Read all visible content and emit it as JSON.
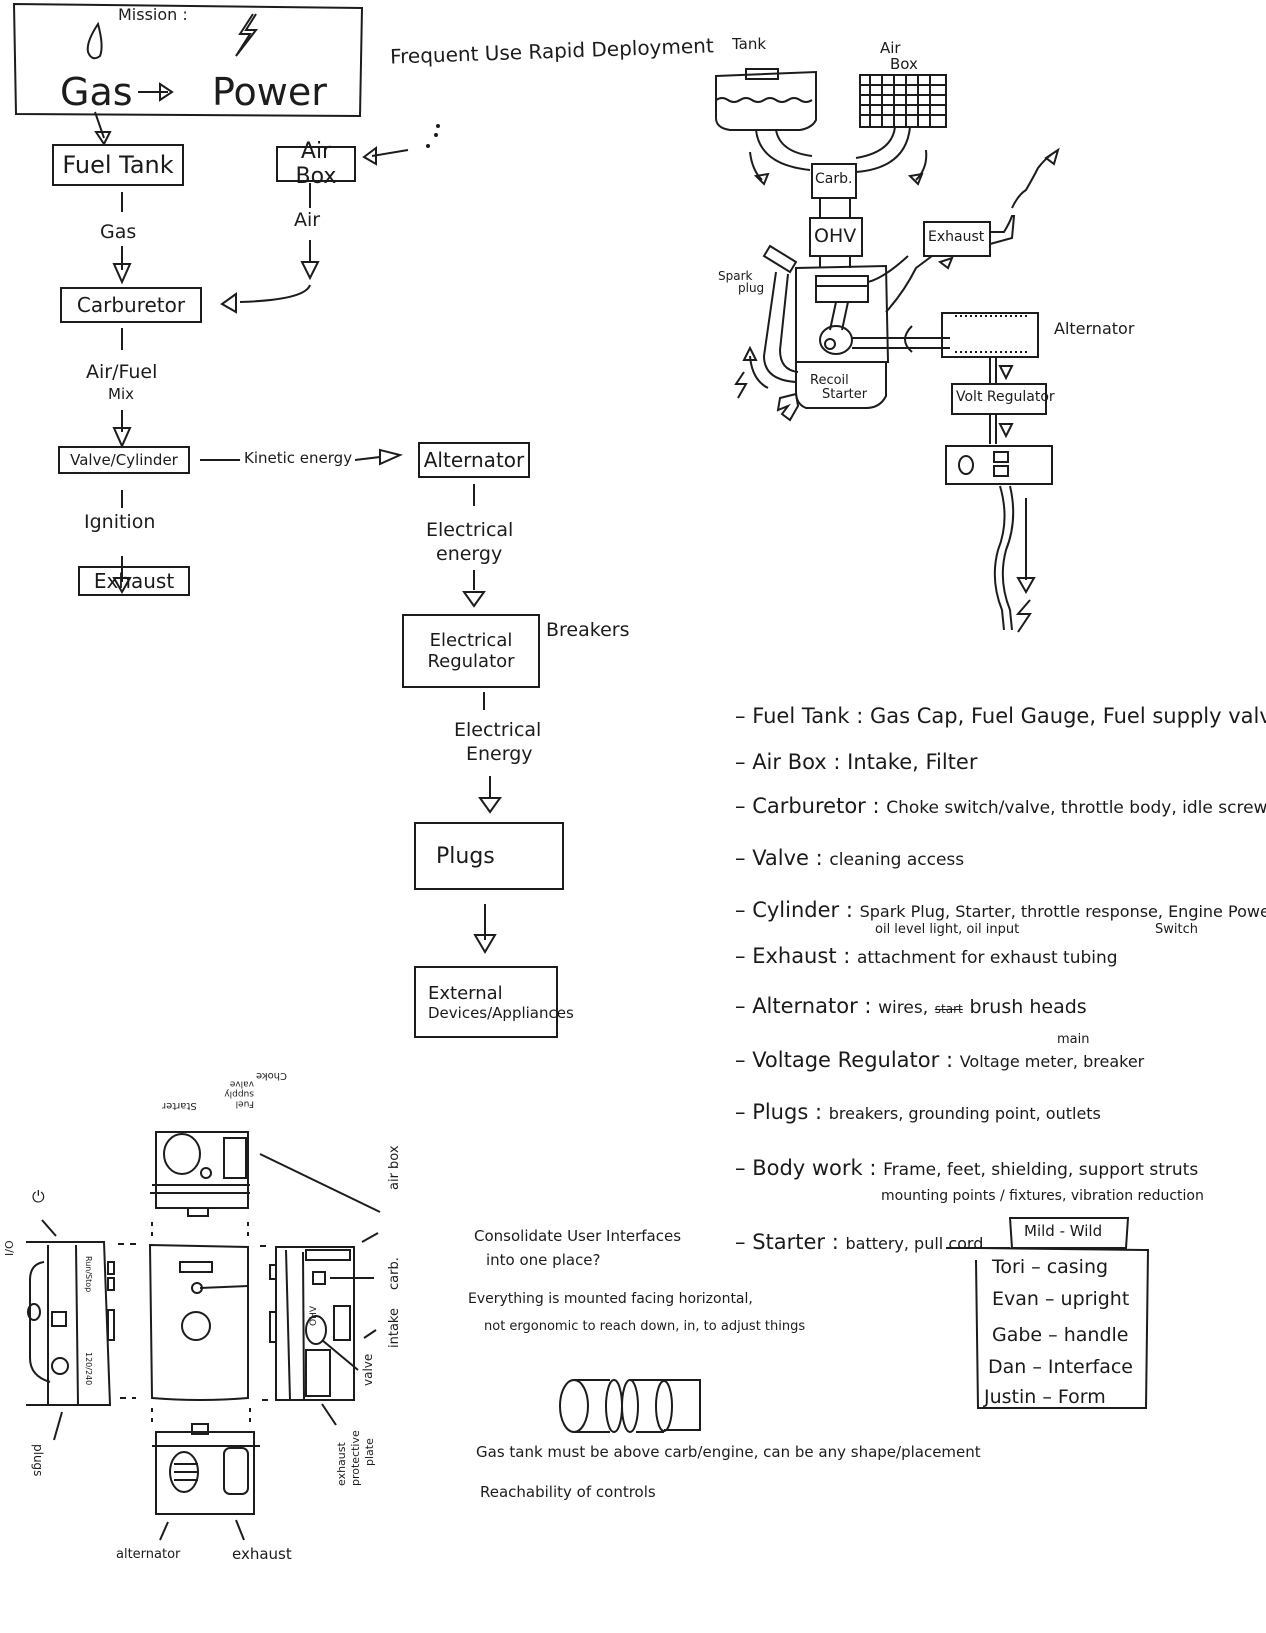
{
  "mission": {
    "label": "Mission :",
    "from": "Gas",
    "to": "Power",
    "note": "Frequent Use Rapid Deployment"
  },
  "flow": {
    "fuel_tank": "Fuel Tank",
    "air_box": "Air Box",
    "gas_label": "Gas",
    "air_label": "Air",
    "carburetor": "Carburetor",
    "mix_label_1": "Air/Fuel",
    "mix_label_2": "Mix",
    "valve_cylinder": "Valve/Cylinder",
    "kinetic_label": "Kinetic energy",
    "alternator": "Alternator",
    "ignition_label": "Ignition",
    "exhaust": "Exhaust",
    "elec_label_1": "Electrical",
    "elec_label_2": "energy",
    "regulator_1": "Electrical",
    "regulator_2": "Regulator",
    "breakers": "Breakers",
    "elec2_label_1": "Electrical",
    "elec2_label_2": "Energy",
    "plugs": "Plugs",
    "external_1": "External",
    "external_2": "Devices/Appliances"
  },
  "engine_sketch": {
    "tank": "Tank",
    "air_box_1": "Air",
    "air_box_2": "Box",
    "carb": "Carb.",
    "ohv": "OHV",
    "exhaust": "Exhaust",
    "spark_1": "Spark",
    "spark_2": "plug",
    "alternator": "Alternator",
    "recoil_1": "Recoil",
    "recoil_2": "Starter",
    "volt_reg": "Volt Regulator"
  },
  "features": [
    {
      "part": "Fuel Tank",
      "items": "Gas Cap, Fuel Gauge, Fuel supply valve"
    },
    {
      "part": "Air Box",
      "items": "Intake, Filter"
    },
    {
      "part": "Carburetor",
      "items": "Choke switch/valve, throttle body, idle screw"
    },
    {
      "part": "Valve",
      "items": "cleaning access"
    },
    {
      "part": "Cylinder",
      "items": "Spark Plug, Starter, throttle response, Engine Power",
      "sub1": "oil level light, oil input",
      "sub2": "Switch"
    },
    {
      "part": "Exhaust",
      "items": "attachment for exhaust tubing"
    },
    {
      "part": "Alternator",
      "items": "wires,",
      "struck": "start",
      "items2": "brush heads"
    },
    {
      "part": "Voltage Regulator",
      "items": "Voltage meter, breaker",
      "sup": "main"
    },
    {
      "part": "Plugs",
      "items": "breakers, grounding point, outlets"
    },
    {
      "part": "Body work",
      "items": "Frame, feet, shielding, support struts",
      "sub1": "mounting points / fixtures, vibration reduction"
    },
    {
      "part": "Starter",
      "items": "battery, pull cord"
    }
  ],
  "team": {
    "header": "Mild - Wild",
    "members": [
      {
        "name": "Tori",
        "role": "casing"
      },
      {
        "name": "Evan",
        "role": "upright"
      },
      {
        "name": "Gabe",
        "role": "handle"
      },
      {
        "name": "Dan",
        "role": "Interface"
      },
      {
        "name": "Justin",
        "role": "Form"
      }
    ]
  },
  "notes": {
    "consolidate_1": "Consolidate User Interfaces",
    "consolidate_2": "into one place?",
    "horizontal_1": "Everything is mounted facing horizontal,",
    "horizontal_2": "not ergonomic to reach down, in, to adjust things",
    "gas_tank": "Gas tank must be above carb/engine, can be any shape/placement",
    "reach": "Reachability of controls"
  },
  "ortho_views": {
    "top_labels": [
      "Starter",
      "Fuel supply valve",
      "Choke"
    ],
    "air_box": "air box",
    "carb": "carb.",
    "intake": "intake",
    "valve": "valve",
    "ohv": "OHV",
    "exhaust_plate_1": "exhaust",
    "exhaust_plate_2": "protective",
    "exhaust_plate_3": "plate",
    "plugs": "plugs",
    "alternator": "alternator",
    "exhaust": "exhaust",
    "io": "I/O",
    "power_symbol": "⏻",
    "side_text_1": "Run/Stop",
    "side_text_2": "120/240"
  }
}
